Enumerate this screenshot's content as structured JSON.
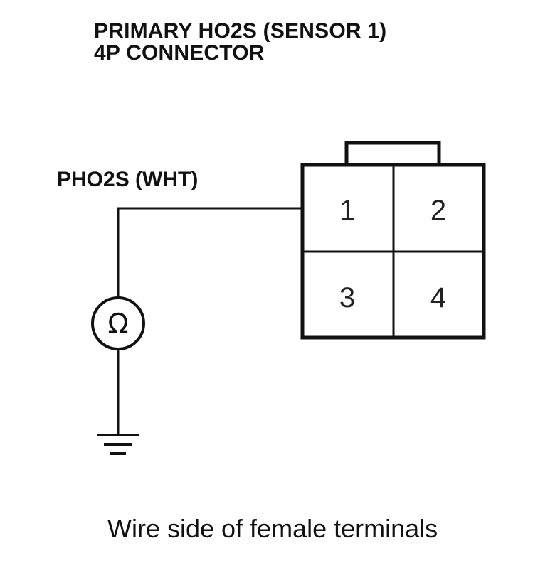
{
  "title": {
    "line1": "PRIMARY HO2S (SENSOR 1)",
    "line2": "4P CONNECTOR"
  },
  "wire_label": "PHO2S (WHT)",
  "connector": {
    "terminals": [
      "1",
      "2",
      "3",
      "4"
    ]
  },
  "meter_symbol": "Ω",
  "ground_icon": "ground-icon",
  "caption": "Wire side of female terminals",
  "colors": {
    "ink": "#111111",
    "background": "#ffffff"
  }
}
